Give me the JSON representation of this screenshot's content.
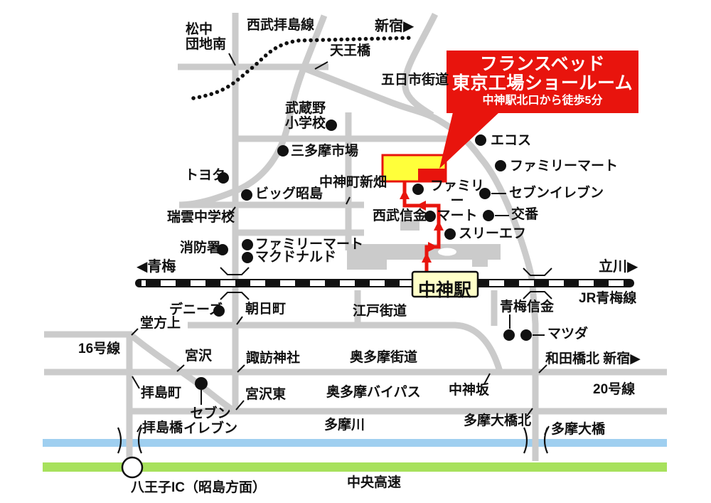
{
  "banner": {
    "line1": "フランスベッド",
    "line2": "東京工場ショールーム",
    "line3": "中神駅北口から徒歩5分"
  },
  "rail": {
    "station_name": "中神駅",
    "jr_line": "JR青梅線",
    "seibu_line": "西武拝島線",
    "dir_oume": "◀青梅",
    "dir_tachikawa": "立川▶",
    "dir_shinjuku": "新宿▶"
  },
  "roads": {
    "itsukaichi_kaido": "五日市街道",
    "edo_kaido": "江戸街道",
    "okutama_kaido": "奥多摩街道",
    "okutama_bypass": "奥多摩バイパス",
    "route16": "16号線",
    "route20": "20号線",
    "chuo_expressway": "中央高速",
    "tamagawa_river": "多摩川"
  },
  "pois": {
    "ecos": "エコス",
    "familymart_ne": "ファミリーマート",
    "familymart_center": "ファミリー\nマート",
    "familymart_w": "ファミリーマート",
    "seven_eleven_e": "セブンイレブン",
    "seven_eleven_s": "セブン\nイレブン",
    "seibu_shinkin": "西武信金",
    "oume_shinkin": "青梅信金",
    "koban": "交番",
    "three_f": "スリーエフ",
    "mazda": "マツダ",
    "toyota": "トヨタ",
    "big_akishima": "ビッグ昭島",
    "santama_ichiba": "三多摩市場",
    "musashino_elementary": "武蔵野\n小学校",
    "zuiun_junior_high": "瑞雲中学校",
    "fire_station": "消防署",
    "mcdonalds": "マクドナルド",
    "dennys": "デニーズ"
  },
  "junctions": {
    "matsunaka_danchi_minami": "松中\n団地南",
    "tennobashi": "天王橋",
    "nakagamicho_niihata": "中神町新畑",
    "asahicho": "朝日町",
    "dogatakami": "堂方上",
    "miyazawa": "宮沢",
    "suwa_jinja": "諏訪神社",
    "haijimacho": "拝島町",
    "miyazawa_higashi": "宮沢東",
    "nakagami_saka": "中神坂",
    "wadabashi_kita": "和田橋北 新宿▶",
    "haijimabashi": "拝島橋",
    "tama_ohashi_kita": "多摩大橋北",
    "tama_ohashi": "多摩大橋",
    "hachioji_ic": "八王子IC（昭島方面）"
  },
  "colors": {
    "banner_red": "#e8140d",
    "route_red": "#e8140d",
    "building_yellow": "#ffff3a",
    "station_fill": "#ffffc8",
    "road_gray": "#cbcbcb",
    "river_blue": "#9fcff0",
    "highway_green": "#a7e15c",
    "rail_black": "#111111"
  }
}
